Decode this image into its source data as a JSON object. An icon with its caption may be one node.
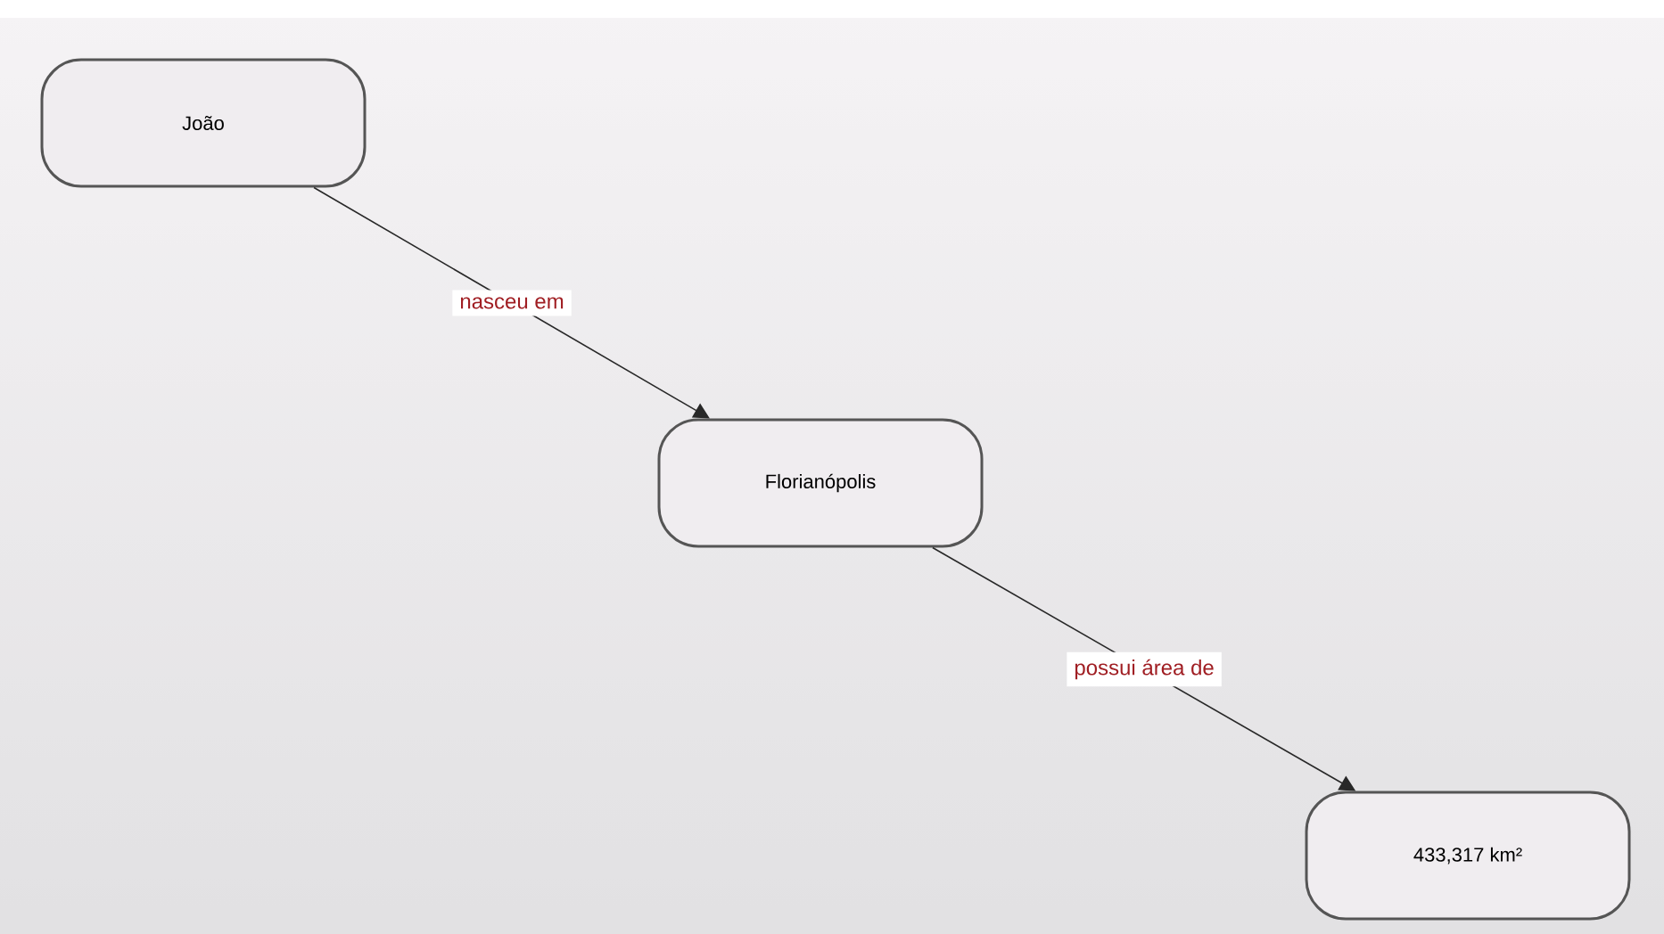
{
  "diagram": {
    "nodes": [
      {
        "text": [
          "João"
        ]
      },
      {
        "text": [
          "Florianópolis"
        ]
      },
      {
        "text": [
          "433,317 km²"
        ]
      }
    ],
    "edges": [
      {
        "from": 0,
        "to": 1,
        "arrow": "to",
        "label": "nasceu em"
      },
      {
        "from": 1,
        "to": 2,
        "arrow": "to",
        "label": "possui área de"
      }
    ]
  }
}
